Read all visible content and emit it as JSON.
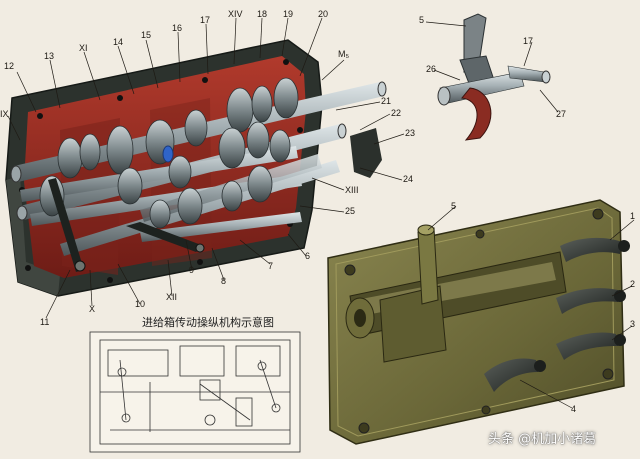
{
  "caption": "进给箱传动操纵机构示意图",
  "watermark": "头条 @机加小诸葛",
  "colors": {
    "housing": "#2a2f2a",
    "cavity": "#8e2a22",
    "cover_plate": "#6d6a3c",
    "shaft_steel": "#a9b2b5"
  },
  "labels": [
    {
      "name": "label-12",
      "text": "12"
    },
    {
      "name": "label-13",
      "text": "13"
    },
    {
      "name": "label-XI",
      "text": "XI"
    },
    {
      "name": "label-14",
      "text": "14"
    },
    {
      "name": "label-15",
      "text": "15"
    },
    {
      "name": "label-16",
      "text": "16"
    },
    {
      "name": "label-17-top",
      "text": "17"
    },
    {
      "name": "label-XIV",
      "text": "XIV"
    },
    {
      "name": "label-18",
      "text": "18"
    },
    {
      "name": "label-19",
      "text": "19"
    },
    {
      "name": "label-20",
      "text": "20"
    },
    {
      "name": "label-Mb",
      "text": "M₅"
    },
    {
      "name": "label-21",
      "text": "21"
    },
    {
      "name": "label-22",
      "text": "22"
    },
    {
      "name": "label-23",
      "text": "23"
    },
    {
      "name": "label-24",
      "text": "24"
    },
    {
      "name": "label-XIII",
      "text": "XIII"
    },
    {
      "name": "label-25",
      "text": "25"
    },
    {
      "name": "label-6",
      "text": "6"
    },
    {
      "name": "label-7",
      "text": "7"
    },
    {
      "name": "label-8",
      "text": "8"
    },
    {
      "name": "label-9",
      "text": "9"
    },
    {
      "name": "label-XII",
      "text": "XII"
    },
    {
      "name": "label-10",
      "text": "10"
    },
    {
      "name": "label-X",
      "text": "X"
    },
    {
      "name": "label-11",
      "text": "11"
    },
    {
      "name": "label-IX",
      "text": "IX"
    },
    {
      "name": "label-5-top",
      "text": "5"
    },
    {
      "name": "label-17-right",
      "text": "17"
    },
    {
      "name": "label-26",
      "text": "26"
    },
    {
      "name": "label-27",
      "text": "27"
    },
    {
      "name": "label-5-mid",
      "text": "5"
    },
    {
      "name": "label-1",
      "text": "1"
    },
    {
      "name": "label-2",
      "text": "2"
    },
    {
      "name": "label-3",
      "text": "3"
    },
    {
      "name": "label-4",
      "text": "4"
    }
  ]
}
